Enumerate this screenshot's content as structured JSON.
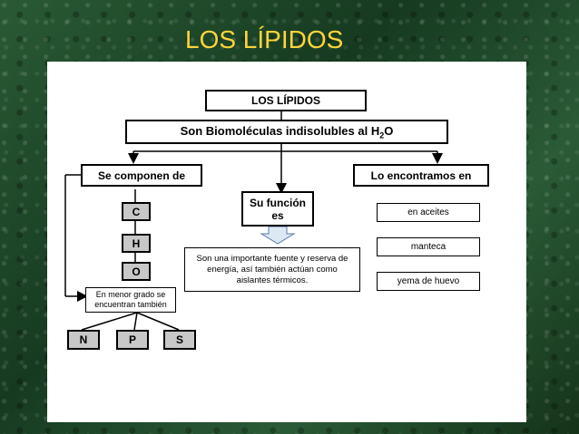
{
  "slide": {
    "title": "LOS LÍPIDOS"
  },
  "diagram": {
    "root": "LOS LÍPIDOS",
    "definition_main": "Son Biomoléculas indisolubles al H",
    "definition_sub": "2",
    "definition_tail": "O",
    "branches": {
      "composition": {
        "label": "Se componen de",
        "elements": [
          "C",
          "H",
          "O"
        ],
        "minor_note": "En menor grado se encuentran también",
        "minor_elements": [
          "N",
          "P",
          "S"
        ]
      },
      "function": {
        "label": "Su función es",
        "description": "Son  una importante fuente y reserva de energía, así también actúan como aislantes térmicos."
      },
      "found_in": {
        "label": "Lo encontramos en",
        "items": [
          "en aceites",
          "manteca",
          "yema de huevo"
        ]
      }
    }
  },
  "colors": {
    "title": "#ffd43b",
    "background": "#1f4a2a",
    "panel": "#ffffff",
    "element_box": "#c8c8c8"
  }
}
